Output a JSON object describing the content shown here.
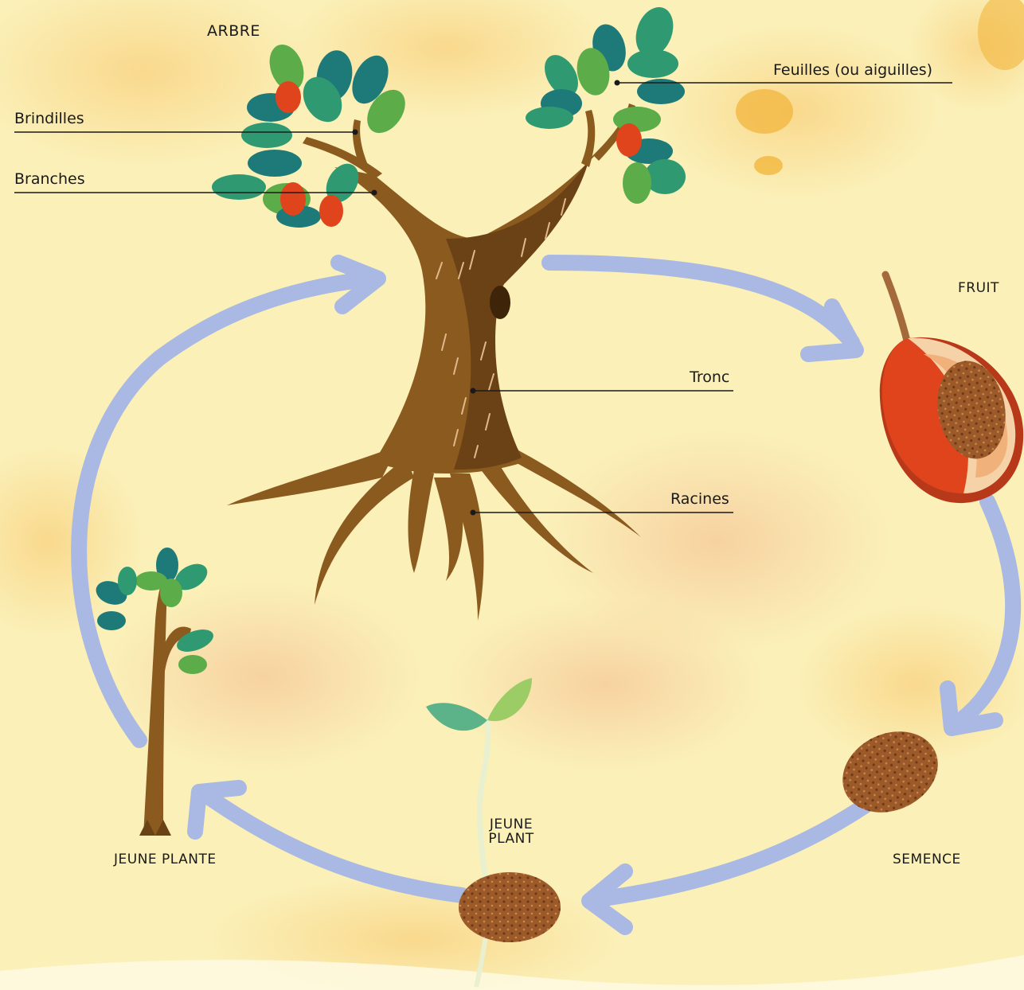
{
  "stages": {
    "tree": "ARBRE",
    "fruit": "FRUIT",
    "seed": "SEMENCE",
    "seedling_line1": "JEUNE",
    "seedling_line2": "PLANT",
    "sapling": "JEUNE PLANTE"
  },
  "parts": {
    "leaves": "Feuilles (ou aiguilles)",
    "twigs": "Brindilles",
    "branches": "Branches",
    "trunk": "Tronc",
    "roots": "Racines"
  },
  "colors": {
    "background": "#fbf0b8",
    "cycle_arrow": "#a9b9e3",
    "trunk": "#8a5a1f",
    "trunk_dark": "#6a4215",
    "leaf_dark": "#1e7a78",
    "leaf_mid": "#2f9a72",
    "leaf_light": "#5cac4a",
    "fruit_red": "#e0441c",
    "seed_brown": "#9c5a2a"
  }
}
